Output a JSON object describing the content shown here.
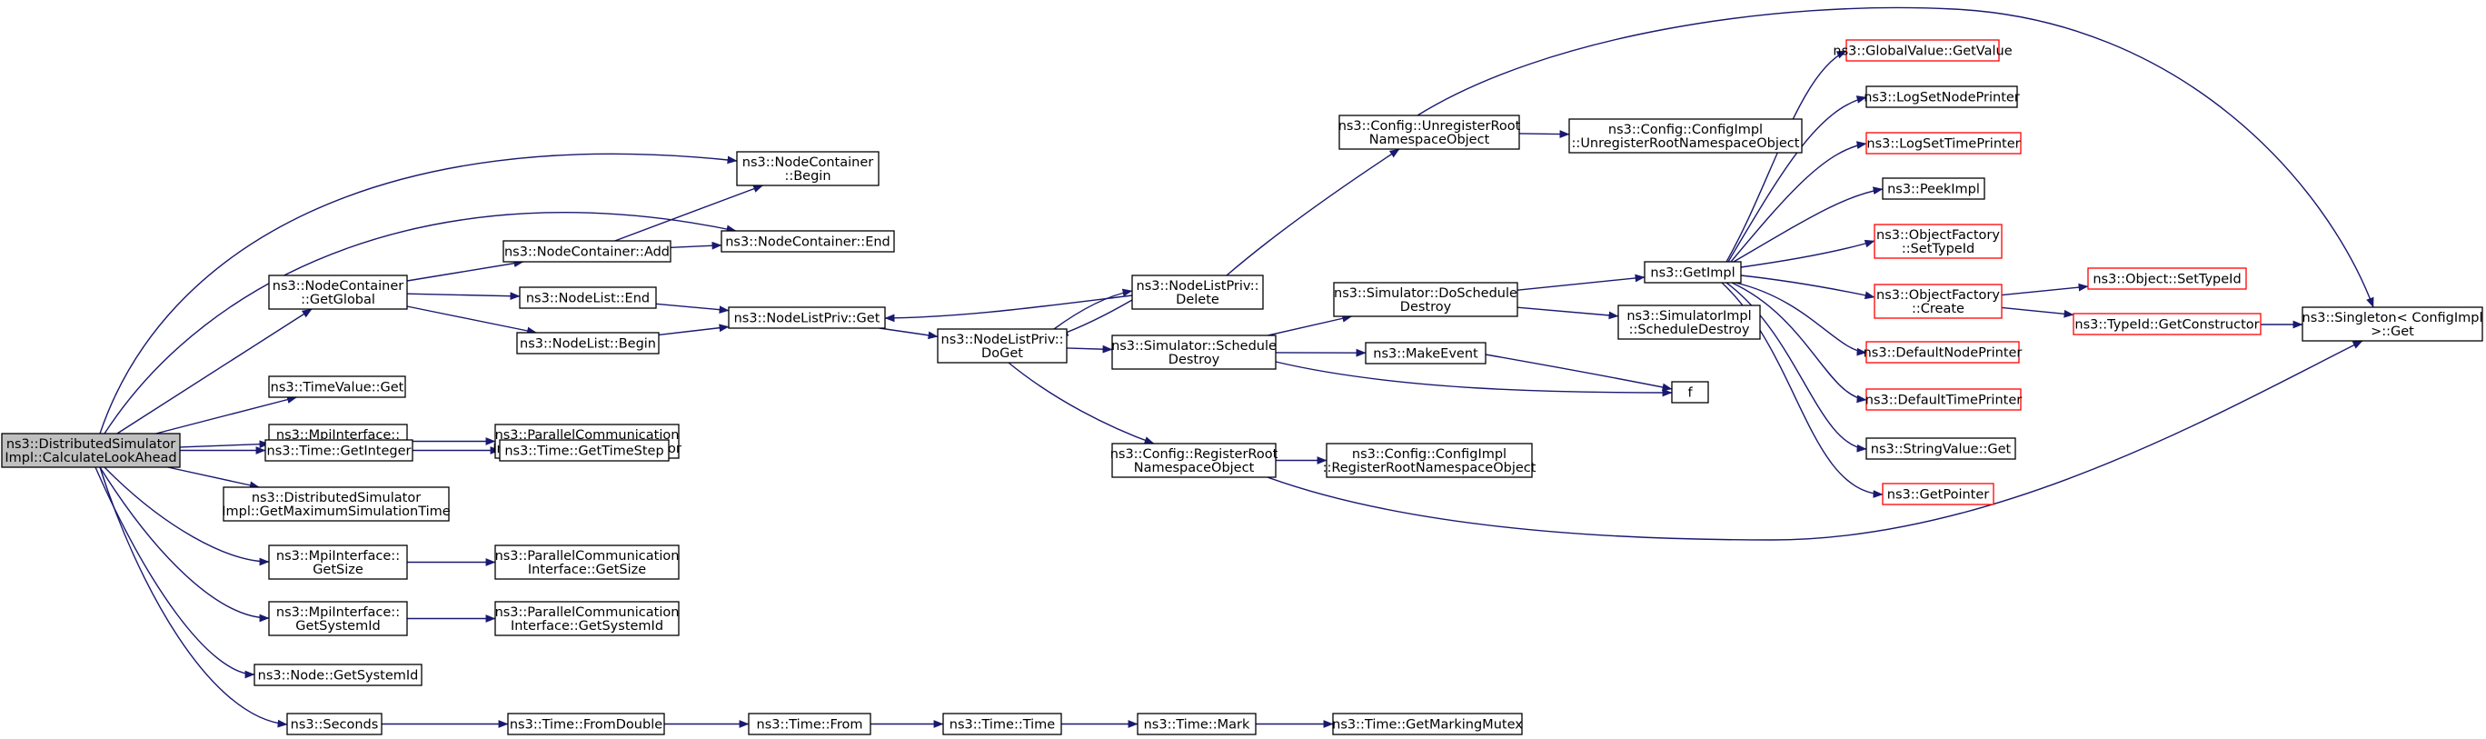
{
  "colors": {
    "edge": "#191970",
    "node_border": "#000000",
    "node_border_external": "#ff0000",
    "root_fill": "#bfbfbf",
    "node_fill": "#ffffff",
    "text": "#000000"
  },
  "nodes": [
    {
      "id": "root",
      "lines": [
        "ns3::DistributedSimulator",
        "Impl::CalculateLookAhead"
      ],
      "style": "root"
    },
    {
      "id": "nc_getglobal",
      "lines": [
        "ns3::NodeContainer",
        "::GetGlobal"
      ],
      "style": "normal"
    },
    {
      "id": "nc_begin",
      "lines": [
        "ns3::NodeContainer",
        "::Begin"
      ],
      "style": "normal"
    },
    {
      "id": "nc_end",
      "lines": [
        "ns3::NodeContainer::End"
      ],
      "style": "normal"
    },
    {
      "id": "nc_add",
      "lines": [
        "ns3::NodeContainer::Add"
      ],
      "style": "normal"
    },
    {
      "id": "nl_end",
      "lines": [
        "ns3::NodeList::End"
      ],
      "style": "normal"
    },
    {
      "id": "nl_begin",
      "lines": [
        "ns3::NodeList::Begin"
      ],
      "style": "normal"
    },
    {
      "id": "nlp_get",
      "lines": [
        "ns3::NodeListPriv::Get"
      ],
      "style": "normal"
    },
    {
      "id": "nlp_doget",
      "lines": [
        "ns3::NodeListPriv::",
        "DoGet"
      ],
      "style": "normal"
    },
    {
      "id": "nlp_delete",
      "lines": [
        "ns3::NodeListPriv::",
        "Delete"
      ],
      "style": "normal"
    },
    {
      "id": "cfg_unreg",
      "lines": [
        "ns3::Config::UnregisterRoot",
        "NamespaceObject"
      ],
      "style": "normal"
    },
    {
      "id": "cfgimpl_unreg",
      "lines": [
        "ns3::Config::ConfigImpl",
        "::UnregisterRootNamespaceObject"
      ],
      "style": "normal"
    },
    {
      "id": "sim_dosched",
      "lines": [
        "ns3::Simulator::DoSchedule",
        "Destroy"
      ],
      "style": "normal"
    },
    {
      "id": "simimpl_sched",
      "lines": [
        "ns3::SimulatorImpl",
        "::ScheduleDestroy"
      ],
      "style": "normal"
    },
    {
      "id": "sim_sched",
      "lines": [
        "ns3::Simulator::Schedule",
        "Destroy"
      ],
      "style": "normal"
    },
    {
      "id": "makeevent",
      "lines": [
        "ns3::MakeEvent"
      ],
      "style": "normal"
    },
    {
      "id": "f",
      "lines": [
        "f"
      ],
      "style": "normal"
    },
    {
      "id": "cfg_reg",
      "lines": [
        "ns3::Config::RegisterRoot",
        "NamespaceObject"
      ],
      "style": "normal"
    },
    {
      "id": "cfgimpl_reg",
      "lines": [
        "ns3::Config::ConfigImpl",
        "::RegisterRootNamespaceObject"
      ],
      "style": "normal"
    },
    {
      "id": "getimpl",
      "lines": [
        "ns3::GetImpl"
      ],
      "style": "normal"
    },
    {
      "id": "gv_getvalue",
      "lines": [
        "ns3::GlobalValue::GetValue"
      ],
      "style": "external"
    },
    {
      "id": "logsetnode",
      "lines": [
        "ns3::LogSetNodePrinter"
      ],
      "style": "normal"
    },
    {
      "id": "logsettime",
      "lines": [
        "ns3::LogSetTimePrinter"
      ],
      "style": "external"
    },
    {
      "id": "peekimpl",
      "lines": [
        "ns3::PeekImpl"
      ],
      "style": "normal"
    },
    {
      "id": "of_settypeid",
      "lines": [
        "ns3::ObjectFactory",
        "::SetTypeId"
      ],
      "style": "external"
    },
    {
      "id": "of_create",
      "lines": [
        "ns3::ObjectFactory",
        "::Create"
      ],
      "style": "external"
    },
    {
      "id": "obj_settypeid",
      "lines": [
        "ns3::Object::SetTypeId"
      ],
      "style": "external"
    },
    {
      "id": "typeid_getctor",
      "lines": [
        "ns3::TypeId::GetConstructor"
      ],
      "style": "external"
    },
    {
      "id": "defnodeprinter",
      "lines": [
        "ns3::DefaultNodePrinter"
      ],
      "style": "external"
    },
    {
      "id": "deftimeprinter",
      "lines": [
        "ns3::DefaultTimePrinter"
      ],
      "style": "external"
    },
    {
      "id": "stringvalue_get",
      "lines": [
        "ns3::StringValue::Get"
      ],
      "style": "normal"
    },
    {
      "id": "getpointer",
      "lines": [
        "ns3::GetPointer"
      ],
      "style": "external"
    },
    {
      "id": "singleton_get",
      "lines": [
        "ns3::Singleton< ConfigImpl",
        " >::Get"
      ],
      "style": "normal"
    },
    {
      "id": "timevalue_get",
      "lines": [
        "ns3::TimeValue::Get"
      ],
      "style": "normal"
    },
    {
      "id": "mpi_getcomm",
      "lines": [
        "ns3::MpiInterface::",
        "GetCommunicator"
      ],
      "style": "normal"
    },
    {
      "id": "pci_getcomm",
      "lines": [
        "ns3::ParallelCommunication",
        "Interface::GetCommunicator"
      ],
      "style": "normal"
    },
    {
      "id": "time_getint",
      "lines": [
        "ns3::Time::GetInteger"
      ],
      "style": "normal"
    },
    {
      "id": "time_getstep",
      "lines": [
        "ns3::Time::GetTimeStep"
      ],
      "style": "normal"
    },
    {
      "id": "dsi_getmax",
      "lines": [
        "ns3::DistributedSimulator",
        "Impl::GetMaximumSimulationTime"
      ],
      "style": "normal"
    },
    {
      "id": "mpi_getsize",
      "lines": [
        "ns3::MpiInterface::",
        "GetSize"
      ],
      "style": "normal"
    },
    {
      "id": "pci_getsize",
      "lines": [
        "ns3::ParallelCommunication",
        "Interface::GetSize"
      ],
      "style": "normal"
    },
    {
      "id": "mpi_getsysid",
      "lines": [
        "ns3::MpiInterface::",
        "GetSystemId"
      ],
      "style": "normal"
    },
    {
      "id": "pci_getsysid",
      "lines": [
        "ns3::ParallelCommunication",
        "Interface::GetSystemId"
      ],
      "style": "normal"
    },
    {
      "id": "node_getsysid",
      "lines": [
        "ns3::Node::GetSystemId"
      ],
      "style": "normal"
    },
    {
      "id": "seconds",
      "lines": [
        "ns3::Seconds"
      ],
      "style": "normal"
    },
    {
      "id": "time_fromdouble",
      "lines": [
        "ns3::Time::FromDouble"
      ],
      "style": "normal"
    },
    {
      "id": "time_from",
      "lines": [
        "ns3::Time::From"
      ],
      "style": "normal"
    },
    {
      "id": "time_time",
      "lines": [
        "ns3::Time::Time"
      ],
      "style": "normal"
    },
    {
      "id": "time_mark",
      "lines": [
        "ns3::Time::Mark"
      ],
      "style": "normal"
    },
    {
      "id": "time_getmarkmutex",
      "lines": [
        "ns3::Time::GetMarkingMutex"
      ],
      "style": "normal"
    }
  ],
  "edges": [
    [
      "root",
      "nc_begin"
    ],
    [
      "root",
      "nc_end"
    ],
    [
      "root",
      "nc_getglobal"
    ],
    [
      "root",
      "timevalue_get"
    ],
    [
      "root",
      "mpi_getcomm"
    ],
    [
      "root",
      "time_getint"
    ],
    [
      "root",
      "dsi_getmax"
    ],
    [
      "root",
      "mpi_getsize"
    ],
    [
      "root",
      "mpi_getsysid"
    ],
    [
      "root",
      "node_getsysid"
    ],
    [
      "root",
      "seconds"
    ],
    [
      "nc_getglobal",
      "nc_add"
    ],
    [
      "nc_getglobal",
      "nl_end"
    ],
    [
      "nc_getglobal",
      "nl_begin"
    ],
    [
      "nc_add",
      "nc_begin"
    ],
    [
      "nc_add",
      "nc_end"
    ],
    [
      "nl_end",
      "nlp_get"
    ],
    [
      "nl_begin",
      "nlp_get"
    ],
    [
      "nlp_get",
      "nlp_doget"
    ],
    [
      "nlp_doget",
      "nlp_delete"
    ],
    [
      "nlp_delete",
      "nlp_get"
    ],
    [
      "nlp_delete",
      "nlp_doget"
    ],
    [
      "nlp_doget",
      "sim_sched"
    ],
    [
      "nlp_doget",
      "cfg_reg"
    ],
    [
      "nlp_delete",
      "cfg_unreg"
    ],
    [
      "cfg_unreg",
      "cfgimpl_unreg"
    ],
    [
      "cfg_unreg",
      "singleton_get"
    ],
    [
      "sim_sched",
      "sim_dosched"
    ],
    [
      "sim_sched",
      "makeevent"
    ],
    [
      "sim_sched",
      "f"
    ],
    [
      "makeevent",
      "f"
    ],
    [
      "sim_dosched",
      "getimpl"
    ],
    [
      "sim_dosched",
      "simimpl_sched"
    ],
    [
      "cfg_reg",
      "cfgimpl_reg"
    ],
    [
      "cfg_reg",
      "singleton_get"
    ],
    [
      "getimpl",
      "gv_getvalue"
    ],
    [
      "getimpl",
      "logsetnode"
    ],
    [
      "getimpl",
      "logsettime"
    ],
    [
      "getimpl",
      "peekimpl"
    ],
    [
      "getimpl",
      "of_settypeid"
    ],
    [
      "getimpl",
      "of_create"
    ],
    [
      "getimpl",
      "defnodeprinter"
    ],
    [
      "getimpl",
      "deftimeprinter"
    ],
    [
      "getimpl",
      "stringvalue_get"
    ],
    [
      "getimpl",
      "getpointer"
    ],
    [
      "of_create",
      "obj_settypeid"
    ],
    [
      "of_create",
      "typeid_getctor"
    ],
    [
      "typeid_getctor",
      "singleton_get"
    ],
    [
      "mpi_getcomm",
      "pci_getcomm"
    ],
    [
      "time_getint",
      "time_getstep"
    ],
    [
      "mpi_getsize",
      "pci_getsize"
    ],
    [
      "mpi_getsysid",
      "pci_getsysid"
    ],
    [
      "seconds",
      "time_fromdouble"
    ],
    [
      "time_fromdouble",
      "time_from"
    ],
    [
      "time_from",
      "time_time"
    ],
    [
      "time_time",
      "time_mark"
    ],
    [
      "time_mark",
      "time_getmarkmutex"
    ]
  ]
}
